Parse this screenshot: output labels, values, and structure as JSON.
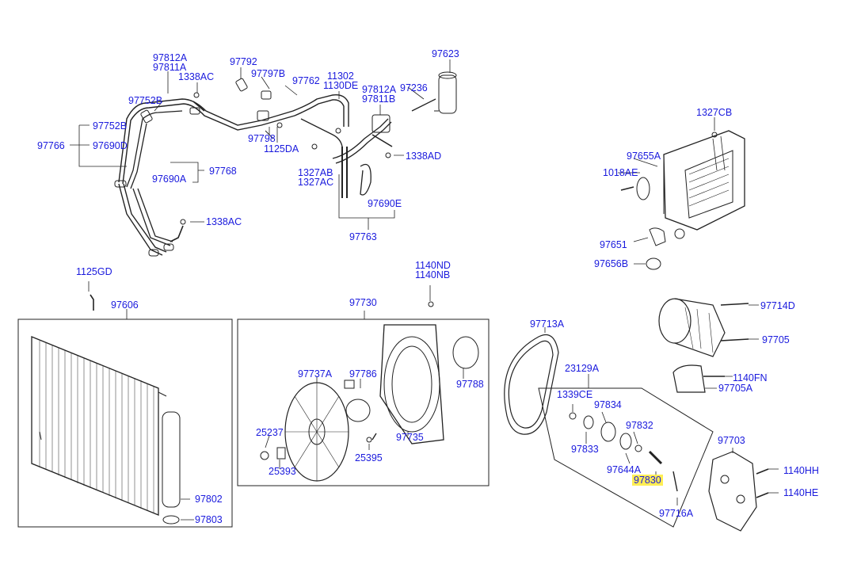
{
  "highlight_color": "#ffee55",
  "label_color": "#1a1add",
  "parts": [
    {
      "id": "97812A",
      "label": "97812A"
    },
    {
      "id": "97811A",
      "label": "97811A"
    },
    {
      "id": "1338AC_top",
      "label": "1338AC"
    },
    {
      "id": "97792",
      "label": "97792"
    },
    {
      "id": "97797B",
      "label": "97797B"
    },
    {
      "id": "97762",
      "label": "97762"
    },
    {
      "id": "11302",
      "label": "11302"
    },
    {
      "id": "1130DE",
      "label": "1130DE"
    },
    {
      "id": "97812A_b",
      "label": "97812A"
    },
    {
      "id": "97811B",
      "label": "97811B"
    },
    {
      "id": "97236",
      "label": "97236"
    },
    {
      "id": "97623",
      "label": "97623"
    },
    {
      "id": "97752B_a",
      "label": "97752B"
    },
    {
      "id": "97752B_b",
      "label": "97752B"
    },
    {
      "id": "97766",
      "label": "97766"
    },
    {
      "id": "97690D",
      "label": "97690D"
    },
    {
      "id": "97798",
      "label": "97798"
    },
    {
      "id": "1125DA",
      "label": "1125DA"
    },
    {
      "id": "1338AD",
      "label": "1338AD"
    },
    {
      "id": "97768",
      "label": "97768"
    },
    {
      "id": "97690A",
      "label": "97690A"
    },
    {
      "id": "1327AB",
      "label": "1327AB"
    },
    {
      "id": "1327AC",
      "label": "1327AC"
    },
    {
      "id": "97690E",
      "label": "97690E"
    },
    {
      "id": "1338AC_bot",
      "label": "1338AC"
    },
    {
      "id": "97763",
      "label": "97763"
    },
    {
      "id": "1327CB",
      "label": "1327CB"
    },
    {
      "id": "97655A",
      "label": "97655A"
    },
    {
      "id": "1018AE",
      "label": "1018AE"
    },
    {
      "id": "97651",
      "label": "97651"
    },
    {
      "id": "97656B",
      "label": "97656B"
    },
    {
      "id": "1125GD",
      "label": "1125GD"
    },
    {
      "id": "97606",
      "label": "97606"
    },
    {
      "id": "1140ND",
      "label": "1140ND"
    },
    {
      "id": "1140NB",
      "label": "1140NB"
    },
    {
      "id": "97730",
      "label": "97730"
    },
    {
      "id": "97713A",
      "label": "97713A"
    },
    {
      "id": "97714D",
      "label": "97714D"
    },
    {
      "id": "97705",
      "label": "97705"
    },
    {
      "id": "1140FN",
      "label": "1140FN"
    },
    {
      "id": "97705A",
      "label": "97705A"
    },
    {
      "id": "23129A",
      "label": "23129A"
    },
    {
      "id": "97737A",
      "label": "97737A"
    },
    {
      "id": "97786",
      "label": "97786"
    },
    {
      "id": "97788",
      "label": "97788"
    },
    {
      "id": "1339CE",
      "label": "1339CE"
    },
    {
      "id": "97834",
      "label": "97834"
    },
    {
      "id": "25237",
      "label": "25237"
    },
    {
      "id": "97832",
      "label": "97832"
    },
    {
      "id": "97735",
      "label": "97735"
    },
    {
      "id": "97833",
      "label": "97833"
    },
    {
      "id": "25395",
      "label": "25395"
    },
    {
      "id": "97703",
      "label": "97703"
    },
    {
      "id": "97644A",
      "label": "97644A"
    },
    {
      "id": "25393",
      "label": "25393"
    },
    {
      "id": "1140HH",
      "label": "1140HH"
    },
    {
      "id": "97830",
      "label": "97830",
      "highlighted": true
    },
    {
      "id": "1140HE",
      "label": "1140HE"
    },
    {
      "id": "97802",
      "label": "97802"
    },
    {
      "id": "97716A",
      "label": "97716A"
    },
    {
      "id": "97803",
      "label": "97803"
    }
  ]
}
